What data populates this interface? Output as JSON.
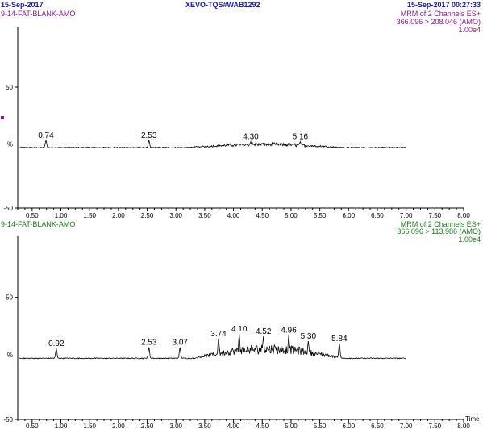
{
  "header": {
    "date_left": "15-Sep-2017",
    "instrument": "XEVO-TQS#WAB1292",
    "datetime_right": "15-Sep-2017  00:27:33"
  },
  "colors": {
    "blue": "#1a1aa8",
    "purple": "#8b1a8b",
    "green": "#1a7a1a"
  },
  "chart_data": [
    {
      "type": "line",
      "sample": "9-14-FAT-BLANK-AMO",
      "channel": "MRM of 2 Channels ES+",
      "transition": "366.096 > 208.046 (AMO)",
      "intensity": "1.00e4",
      "ylabel": "%",
      "xlabel": "",
      "xlim": [
        0.25,
        8.0
      ],
      "ylim": [
        -50,
        100
      ],
      "yticks": [
        50,
        -50
      ],
      "xticks": [
        "0.50",
        "1.00",
        "1.50",
        "2.00",
        "2.50",
        "3.00",
        "3.50",
        "4.00",
        "4.50",
        "5.00",
        "5.50",
        "6.00",
        "6.50",
        "7.00",
        "7.50",
        "8.00"
      ],
      "peaks": [
        {
          "label": "0.74",
          "x": 0.74,
          "y": 6
        },
        {
          "label": "2.53",
          "x": 2.53,
          "y": 6
        },
        {
          "label": "4.30",
          "x": 4.3,
          "y": 5
        },
        {
          "label": "5.16",
          "x": 5.16,
          "y": 5
        }
      ],
      "noise_segments": [
        {
          "x0": 3.2,
          "x1": 5.9,
          "amp": 3
        }
      ],
      "trace_end": 7.0
    },
    {
      "type": "line",
      "sample": "9-14-FAT-BLANK-AMO",
      "channel": "MRM of 2 Channels ES+",
      "transition": "366.096 > 113.986 (AMO)",
      "intensity": "1.00e4",
      "ylabel": "%",
      "xlabel": "Time",
      "xlim": [
        0.25,
        8.0
      ],
      "ylim": [
        -50,
        100
      ],
      "yticks": [
        50,
        -50
      ],
      "xticks": [
        "0.50",
        "1.00",
        "1.50",
        "2.00",
        "2.50",
        "3.00",
        "3.50",
        "4.00",
        "4.50",
        "5.00",
        "5.50",
        "6.00",
        "6.50",
        "7.00",
        "7.50",
        "8.00"
      ],
      "peaks": [
        {
          "label": "0.92",
          "x": 0.92,
          "y": 8
        },
        {
          "label": "2.53",
          "x": 2.53,
          "y": 9
        },
        {
          "label": "3.07",
          "x": 3.07,
          "y": 9
        },
        {
          "label": "3.74",
          "x": 3.74,
          "y": 16
        },
        {
          "label": "4.10",
          "x": 4.1,
          "y": 20
        },
        {
          "label": "4.52",
          "x": 4.52,
          "y": 18
        },
        {
          "label": "4.96",
          "x": 4.96,
          "y": 19
        },
        {
          "label": "5.30",
          "x": 5.3,
          "y": 14
        },
        {
          "label": "5.84",
          "x": 5.84,
          "y": 12
        }
      ],
      "noise_segments": [
        {
          "x0": 3.3,
          "x1": 5.9,
          "amp": 9
        }
      ],
      "trace_end": 7.0
    }
  ]
}
